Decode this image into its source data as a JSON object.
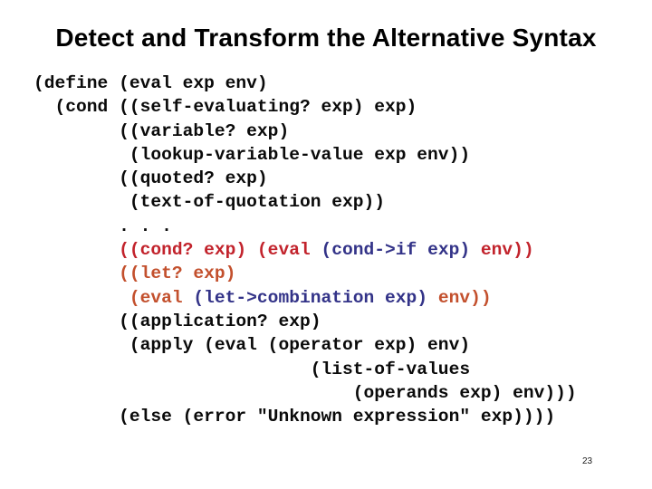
{
  "slide": {
    "title": "Detect and Transform the Alternative Syntax",
    "page_number": "23"
  },
  "colors": {
    "background": "#ffffff",
    "title_text": "#000000",
    "code_default": "#0a0a0a",
    "code_red": "#c2232c",
    "code_orange": "#c3502d",
    "code_blue": "#333388"
  },
  "code": {
    "language": "scheme",
    "lines": [
      {
        "segments": [
          {
            "text": "(define (eval exp env)",
            "color": "default"
          }
        ]
      },
      {
        "segments": [
          {
            "text": "  (cond ((self-evaluating? exp) exp)",
            "color": "default"
          }
        ]
      },
      {
        "segments": [
          {
            "text": "        ((variable? exp)",
            "color": "default"
          }
        ]
      },
      {
        "segments": [
          {
            "text": "         (lookup-variable-value exp env))",
            "color": "default"
          }
        ]
      },
      {
        "segments": [
          {
            "text": "        ((quoted? exp)",
            "color": "default"
          }
        ]
      },
      {
        "segments": [
          {
            "text": "         (text-of-quotation exp))",
            "color": "default"
          }
        ]
      },
      {
        "segments": [
          {
            "text": "        . . .",
            "color": "default"
          }
        ]
      },
      {
        "segments": [
          {
            "text": "        ((cond? exp) (eval ",
            "color": "red"
          },
          {
            "text": "(cond->if exp)",
            "color": "blue"
          },
          {
            "text": " env))",
            "color": "red"
          }
        ]
      },
      {
        "segments": [
          {
            "text": "        ((let? exp)",
            "color": "orange"
          }
        ]
      },
      {
        "segments": [
          {
            "text": "         (eval ",
            "color": "orange"
          },
          {
            "text": "(let->combination exp)",
            "color": "blue"
          },
          {
            "text": " env))",
            "color": "orange"
          }
        ]
      },
      {
        "segments": [
          {
            "text": "        ((application? exp)",
            "color": "default"
          }
        ]
      },
      {
        "segments": [
          {
            "text": "         (apply (eval (operator exp) env)",
            "color": "default"
          }
        ]
      },
      {
        "segments": [
          {
            "text": "                          (list-of-values",
            "color": "default"
          }
        ]
      },
      {
        "segments": [
          {
            "text": "                              (operands exp) env)))",
            "color": "default"
          }
        ]
      },
      {
        "segments": [
          {
            "text": "        (else (error \"Unknown expression\" exp))))",
            "color": "default"
          }
        ]
      }
    ]
  }
}
